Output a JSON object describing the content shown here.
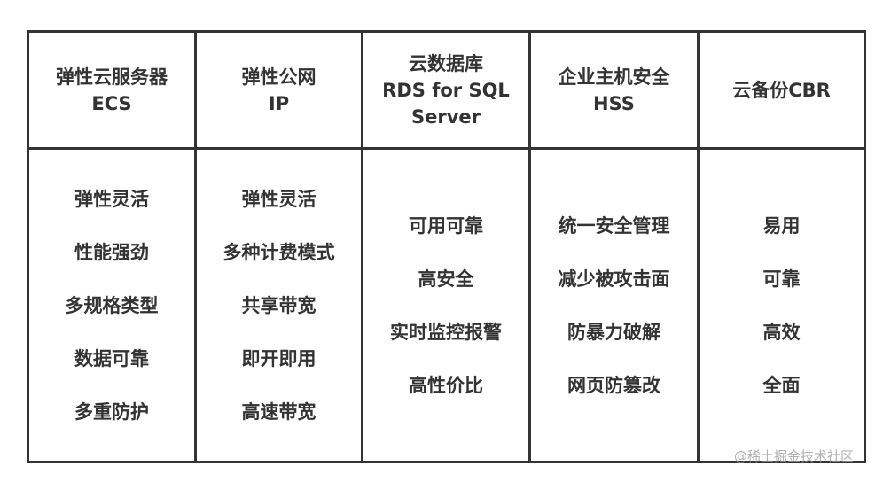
{
  "table": {
    "columns": [
      {
        "header_lines": [
          "弹性云服务器",
          "ECS"
        ],
        "features": [
          "弹性灵活",
          "性能强劲",
          "多规格类型",
          "数据可靠",
          "多重防护"
        ]
      },
      {
        "header_lines": [
          "弹性公网",
          "IP"
        ],
        "features": [
          "弹性灵活",
          "多种计费模式",
          "共享带宽",
          "即开即用",
          "高速带宽"
        ]
      },
      {
        "header_lines": [
          "云数据库",
          "RDS for SQL",
          "Server"
        ],
        "features": [
          "可用可靠",
          "高安全",
          "实时监控报警",
          "高性价比"
        ]
      },
      {
        "header_lines": [
          "企业主机安全",
          "HSS"
        ],
        "features": [
          "统一安全管理",
          "减少被攻击面",
          "防暴力破解",
          "网页防篡改"
        ]
      },
      {
        "header_lines": [
          "云备份CBR"
        ],
        "features": [
          "易用",
          "可靠",
          "高效",
          "全面"
        ]
      }
    ]
  },
  "watermark": "@稀土掘金技术社区",
  "colors": {
    "border": "#333333",
    "text": "#333333",
    "background": "#ffffff"
  }
}
